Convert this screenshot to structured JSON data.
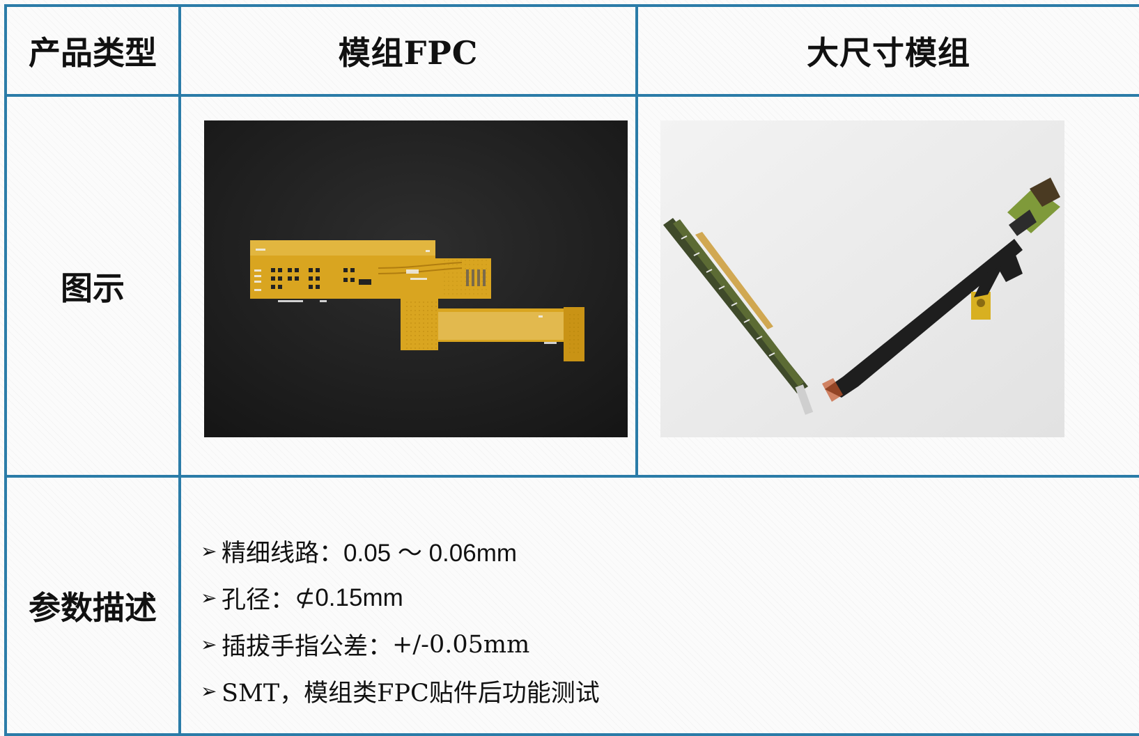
{
  "header": {
    "product_type_label": "产品类型",
    "col1_title": "模组FPC",
    "col2_title": "大尺寸模组"
  },
  "rows": {
    "image_label": "图示",
    "params_label": "参数描述"
  },
  "images": {
    "col1": "module-fpc-photo",
    "col2": "large-module-photo"
  },
  "params": [
    {
      "bullet": "➢",
      "label": "精细线路：",
      "value": "0.05 ～ 0.06mm"
    },
    {
      "bullet": "➢",
      "label": "孔径：",
      "value": "⊄0.15mm"
    },
    {
      "bullet": "➢",
      "label": "插拔手指公差：",
      "value": "+/-0.05mm"
    },
    {
      "bullet": "➢",
      "label": "SMT，模组类FPC贴件后功能测试",
      "value": ""
    }
  ],
  "colors": {
    "border": "#2b7ca8",
    "fpc_gold": "#d9a520",
    "photo_dark_bg": "#1c1c1c"
  }
}
